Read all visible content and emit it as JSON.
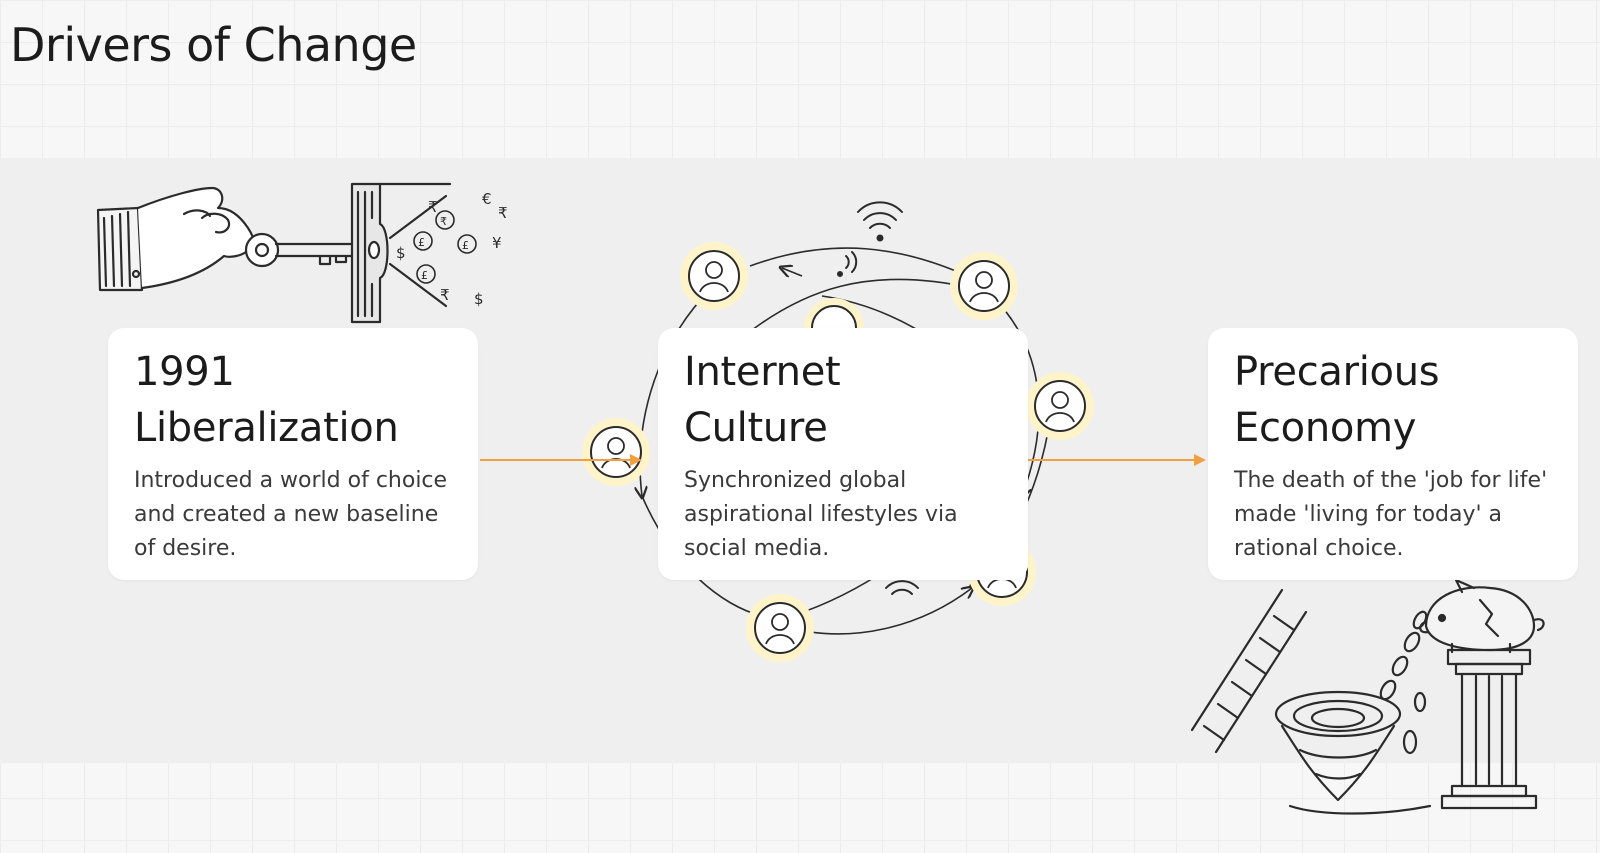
{
  "title": "Drivers of Change",
  "cards": [
    {
      "heading_line1": "1991",
      "heading_line2": "Liberalization",
      "body": "Introduced a world of choice and created a new baseline of desire."
    },
    {
      "heading_line1": "Internet",
      "heading_line2": "Culture",
      "body": "Synchronized global aspirational lifestyles via social media."
    },
    {
      "heading_line1": "Precarious",
      "heading_line2": "Economy",
      "body": "The death of the 'job for life' made 'living for today' a rational choice."
    }
  ],
  "illustrations": {
    "liberalization": {
      "icon": "key-in-lock-icon",
      "currency_symbols": [
        "₹",
        "€",
        "$",
        "£",
        "₹",
        "¥",
        "£",
        "$",
        "₹",
        "$"
      ]
    },
    "internet_culture": {
      "icon": "social-network-icon",
      "people": 7
    },
    "precarious_economy": {
      "icon": "piggy-bank-ladder-icon"
    }
  },
  "colors": {
    "accent": "#f0a040",
    "node_glow": "#fff0bf",
    "ink": "#2b2b2b"
  }
}
